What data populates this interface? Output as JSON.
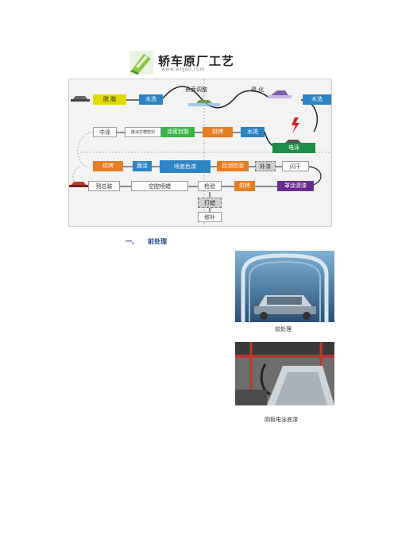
{
  "logo": {
    "title": "轿车原厂工艺",
    "url": "www.wlgeo.com",
    "icon": "diagonal-book-icon"
  },
  "diagram": {
    "top_labels": {
      "surface_adjust": "表面调整",
      "phosphate": "磷 化"
    },
    "row1": {
      "degrease": "脱 脂",
      "water1": "水洗",
      "water2": "水洗"
    },
    "row2": {
      "midcoat": "中涂",
      "sand_insul": "底涂打磨密封",
      "seal_pvc": "涂密封胶",
      "bake1": "烘烤",
      "water3": "水洗",
      "ed": "电泳"
    },
    "row3": {
      "bake2": "烘烤",
      "topcoat": "面涂",
      "pvc_underbody": "喷底色漆",
      "inspect1": "目测检验",
      "touchup": "补漆",
      "flash": "闪干"
    },
    "row4": {
      "assembly": "到总装",
      "cavity_wax": "空腔喷蜡",
      "inspect2": "检验",
      "bake3": "烘烤",
      "clearcoat": "罩涂清漆"
    },
    "sub": {
      "polish": "打蜡",
      "repair": "修补"
    }
  },
  "section": {
    "number": "一、",
    "title": "前处理"
  },
  "captions": {
    "photo1": "前处理",
    "photo2": "阴极电泳底漆"
  },
  "colors": {
    "blue": "#2d84c4",
    "yellow": "#e3d900",
    "orange": "#e67d21",
    "green": "#39b54a",
    "purple": "#6a2c91",
    "heading": "#1e3f8a"
  }
}
